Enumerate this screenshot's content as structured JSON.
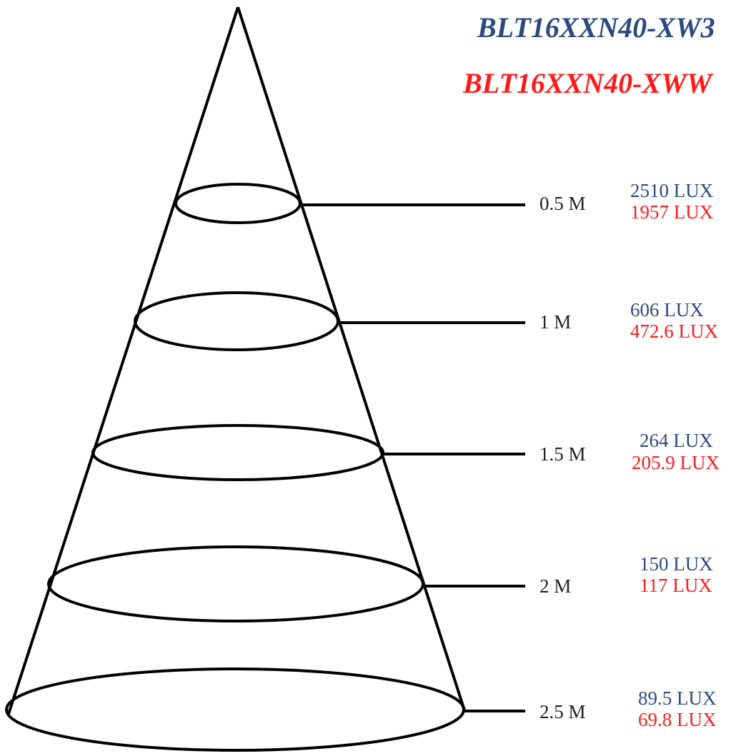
{
  "titles": {
    "model_primary": "BLT16XXN40-XW3",
    "model_secondary": "BLT16XXN40-XWW"
  },
  "colors": {
    "primary": "#2b4a7e",
    "secondary": "#ff1a1a",
    "line": "#000000"
  },
  "levels": [
    {
      "distance": "0.5 M",
      "lux_primary": "2510 LUX",
      "lux_secondary": "1957 LUX"
    },
    {
      "distance": "1 M",
      "lux_primary": "606 LUX",
      "lux_secondary": "472.6 LUX"
    },
    {
      "distance": "1.5 M",
      "lux_primary": "264 LUX",
      "lux_secondary": "205.9 LUX"
    },
    {
      "distance": "2 M",
      "lux_primary": "150 LUX",
      "lux_secondary": "117 LUX"
    },
    {
      "distance": "2.5 M",
      "lux_primary": "89.5 LUX",
      "lux_secondary": "69.8 LUX"
    }
  ]
}
